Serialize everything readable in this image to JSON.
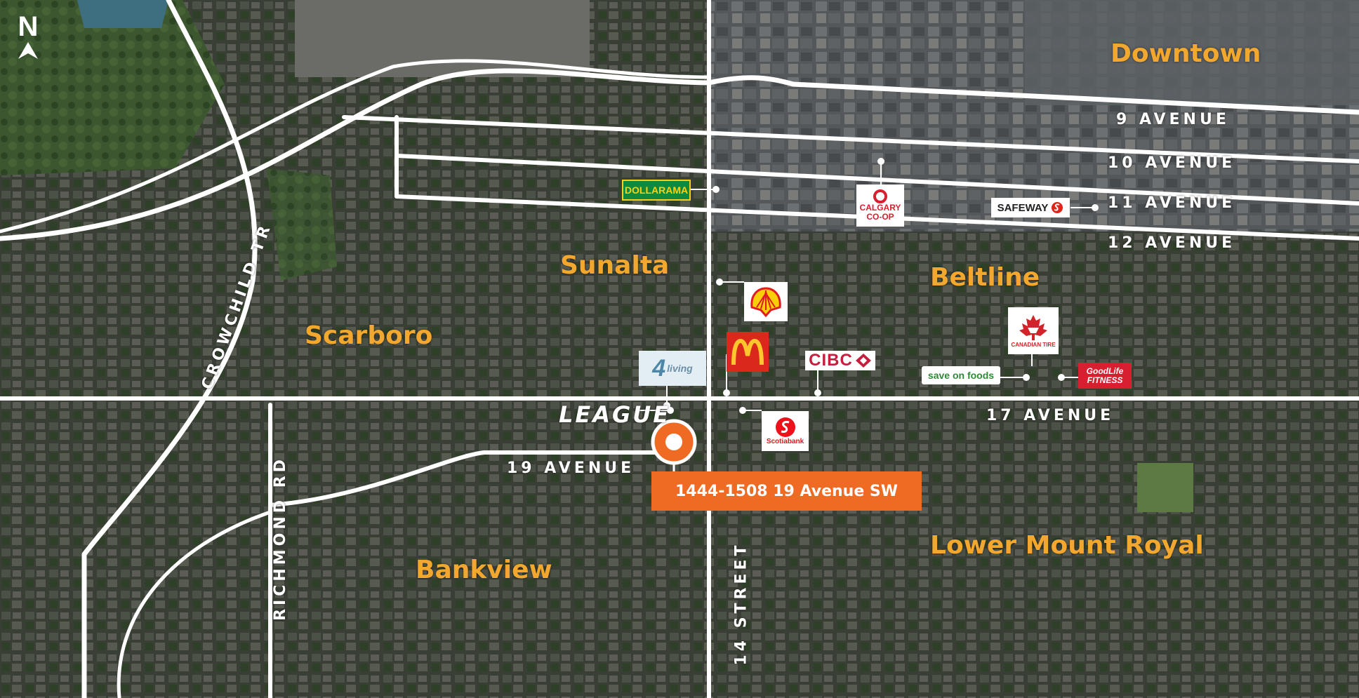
{
  "north": {
    "letter": "N",
    "icon": "north-arrow-icon"
  },
  "neighbourhoods": {
    "downtown": "Downtown",
    "sunalta": "Sunalta",
    "beltline": "Beltline",
    "scarboro": "Scarboro",
    "bankview": "Bankview",
    "lower_mount_royal": "Lower Mount Royal"
  },
  "streets": {
    "ave9": "9 AVENUE",
    "ave10": "10 AVENUE",
    "ave11": "11 AVENUE",
    "ave12": "12 AVENUE",
    "ave17": "17 AVENUE",
    "ave19": "19 AVENUE",
    "street14": "14 STREET",
    "crowchild": "CROWCHILD TR",
    "richmond": "RICHMOND RD"
  },
  "amenities": {
    "dollarama": "DOLLARAMA",
    "calgary_coop_line1": "CALGARY",
    "calgary_coop_line2": "CO-OP",
    "safeway": "SAFEWAY",
    "cibc": "CIBC",
    "save_on_foods": "save on foods",
    "canadian_tire": "CANADIAN TIRE",
    "goodlife_line1": "GoodLife",
    "goodlife_line2": "FITNESS",
    "scotiabank": "Scotiabank",
    "four_living": "living",
    "league": "LEAGUE"
  },
  "property": {
    "address": "1444-1508 19 Avenue SW"
  },
  "colors": {
    "accent": "#ef6a22",
    "neighbourhood": "#f2a72e",
    "road": "#ffffff"
  }
}
